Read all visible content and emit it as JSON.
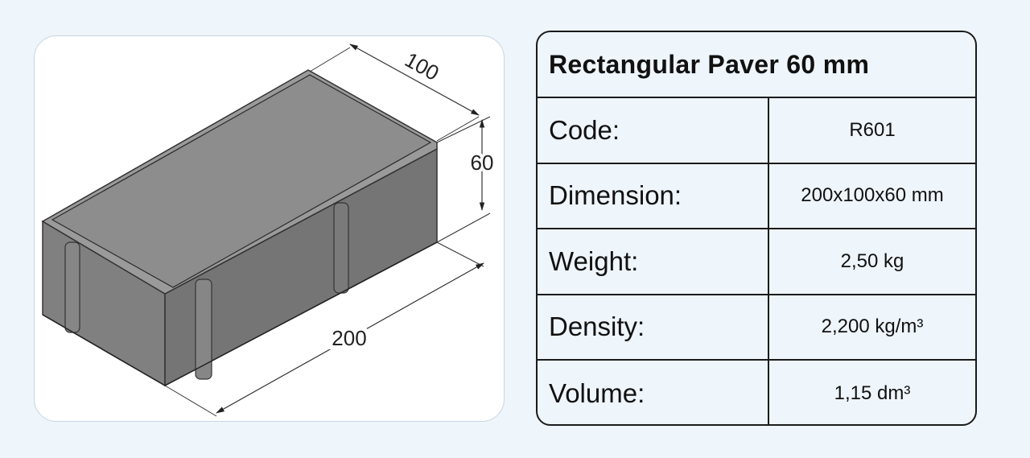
{
  "dimensions": {
    "width": "100",
    "height": "60",
    "length": "200"
  },
  "spec": {
    "title": "Rectangular Paver 60 mm",
    "rows": [
      {
        "label": "Code:",
        "value": "R601"
      },
      {
        "label": "Dimension:",
        "value": "200x100x60 mm"
      },
      {
        "label": "Weight:",
        "value": "2,50 kg"
      },
      {
        "label": "Density:",
        "value": "2,200 kg/m³"
      },
      {
        "label": "Volume:",
        "value": "1,15 dm³"
      }
    ]
  },
  "colors": {
    "background": "#eef5fb",
    "paver_top": "#8f8f8f",
    "paver_front": "#7f7f7f",
    "paver_side": "#737373",
    "border": "#1b1b1b"
  }
}
